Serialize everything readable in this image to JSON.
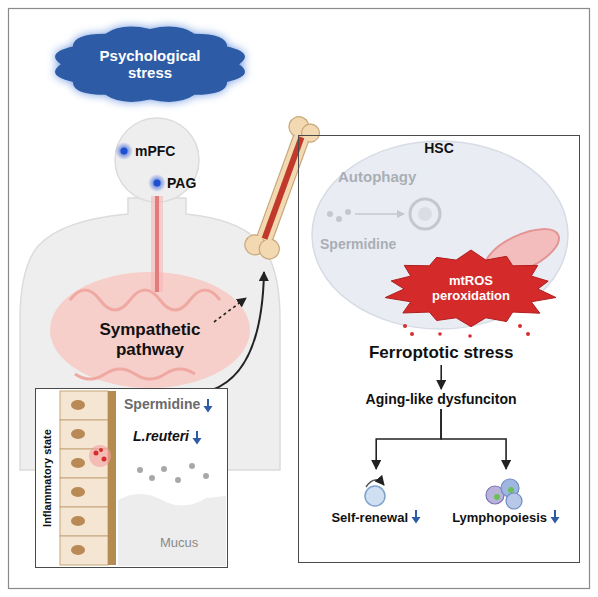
{
  "diagram": {
    "nodes": [
      {
        "text": [
          "Psychological stress"
        ]
      },
      {
        "text": [
          "Inflammatory state"
        ]
      },
      {
        "text": [
          "HSC"
        ]
      },
      {
        "text": [
          "mtROS peroxidation"
        ],
        "in": 2
      },
      {
        "text": [
          "Ferroptotic stress"
        ],
        "in": 2
      },
      {
        "text": [
          "Aging-like dysfunciton"
        ],
        "in": 2
      },
      {
        "text": [
          "Self-renewal"
        ],
        "in": 2
      },
      {
        "text": [
          "Lymphopoiesis"
        ],
        "in": 2
      }
    ],
    "edges": [
      {
        "from": 4,
        "to": 5,
        "arrow": "to"
      },
      {
        "from": 5,
        "to": 6,
        "arrow": "to"
      },
      {
        "from": 5,
        "to": 7,
        "arrow": "to"
      }
    ],
    "labels": [
      "mPFC",
      "PAG",
      "Sympathetic pathway",
      "Spermidine",
      "L.reuteri",
      "Mucus",
      "Autophagy",
      "Spermidine"
    ]
  }
}
